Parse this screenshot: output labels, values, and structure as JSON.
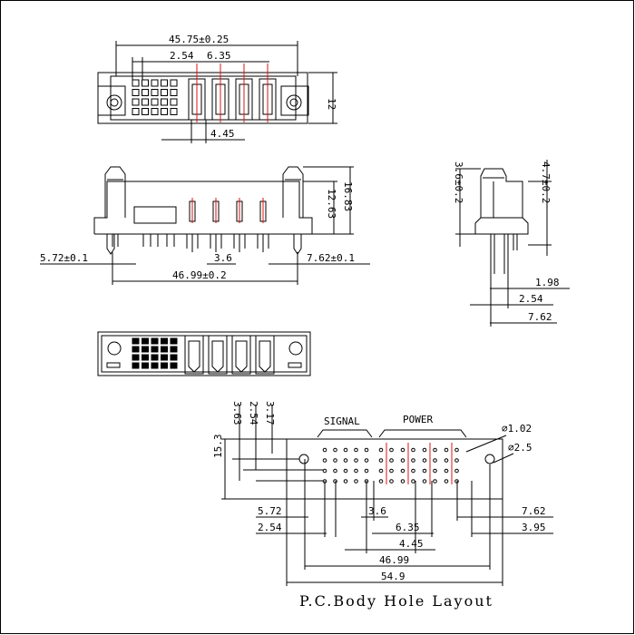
{
  "colors": {
    "line": "#000000",
    "red": "#e01010",
    "fill": "#000000"
  },
  "top_view": {
    "dim_width": "45.75±0.25",
    "dim_pitch_signal": "2.54",
    "dim_pitch_power": "6.35",
    "dim_height": "12",
    "dim_bottom": "4.45"
  },
  "front_view": {
    "dim_h1": "12.63",
    "dim_h2": "16.83",
    "dim_left": "5.72±0.1",
    "dim_mid": "3.6",
    "dim_right": "7.62±0.1",
    "dim_total": "46.99±0.2"
  },
  "side_view": {
    "dim_left": "3.6±0.2",
    "dim_right": "4.7±0.2",
    "dim_a": "1.98",
    "dim_b": "2.54",
    "dim_c": "7.62"
  },
  "layout": {
    "dim_363": "3.63",
    "dim_254": "2.54",
    "dim_317": "3.17",
    "dim_153": "15.3",
    "label_signal": "SIGNAL",
    "label_power": "POWER",
    "dim_hole_small": "⌀1.02",
    "dim_hole_big": "⌀2.5",
    "dim_572": "5.72",
    "dim_254b": "2.54",
    "dim_36": "3.6",
    "dim_635": "6.35",
    "dim_762": "7.62",
    "dim_395": "3.95",
    "dim_445": "4.45",
    "dim_4699": "46.99",
    "dim_549": "54.9",
    "title": "P.C.Body Hole Layout"
  }
}
